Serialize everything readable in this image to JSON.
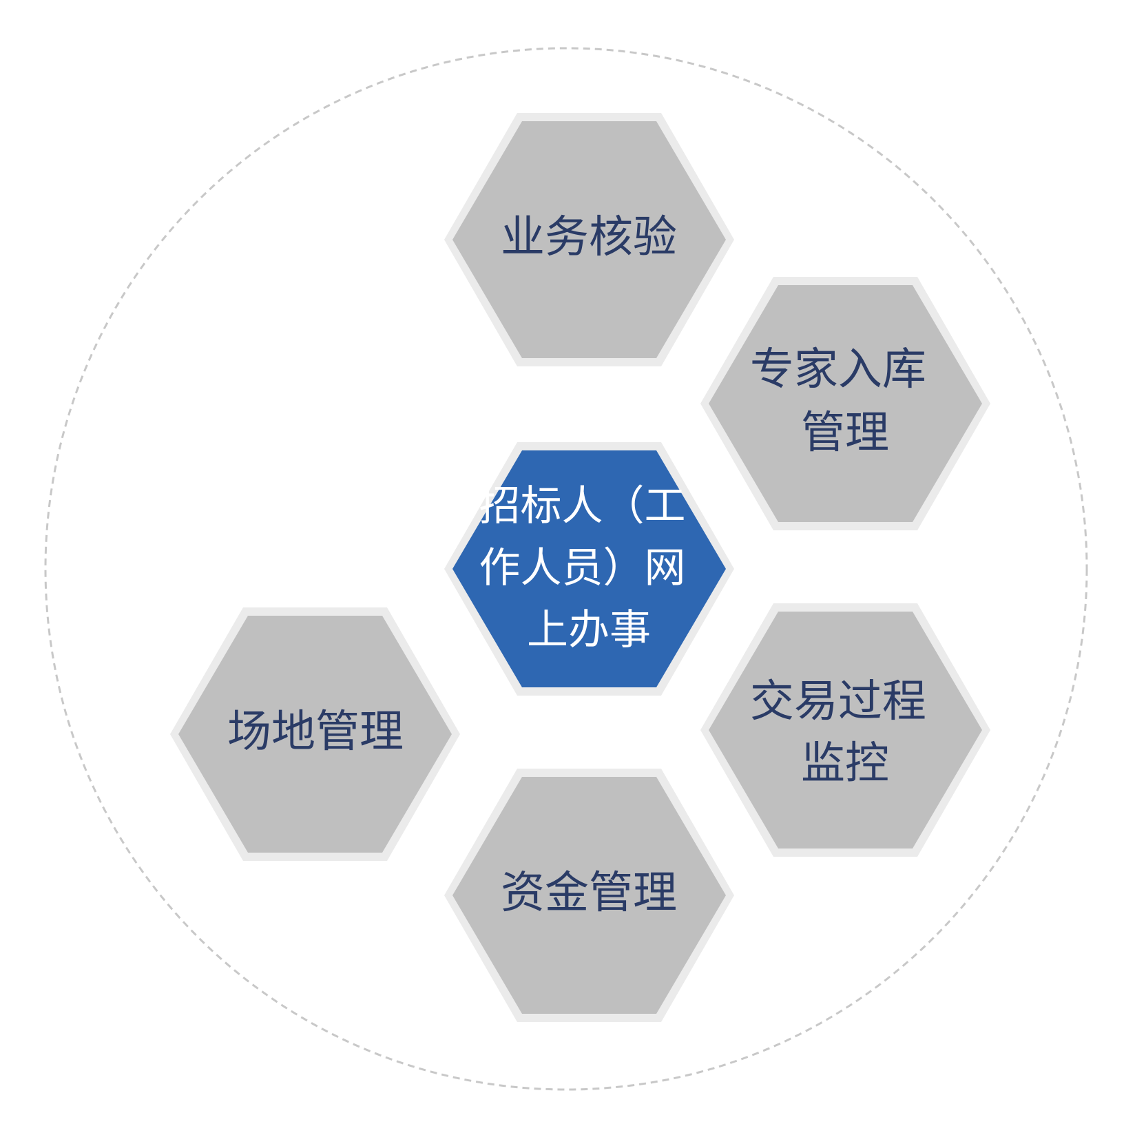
{
  "colors": {
    "center_fill": "#2e67b2",
    "hex_fill": "#bfbfbf",
    "hex_border": "#ebebeb",
    "label_text": "#2a3b66",
    "center_text": "#ffffff",
    "circle_outline": "#c8c8c8"
  },
  "center": {
    "lines": [
      "招标人（工",
      "作人员）网",
      "上办事"
    ]
  },
  "modules": {
    "top": {
      "lines": [
        "业务核验"
      ]
    },
    "upper_right": {
      "lines": [
        "专家入库",
        "管理"
      ]
    },
    "lower_right": {
      "lines": [
        "交易过程",
        "监控"
      ]
    },
    "bottom": {
      "lines": [
        "资金管理"
      ]
    },
    "left": {
      "lines": [
        "场地管理"
      ]
    }
  }
}
